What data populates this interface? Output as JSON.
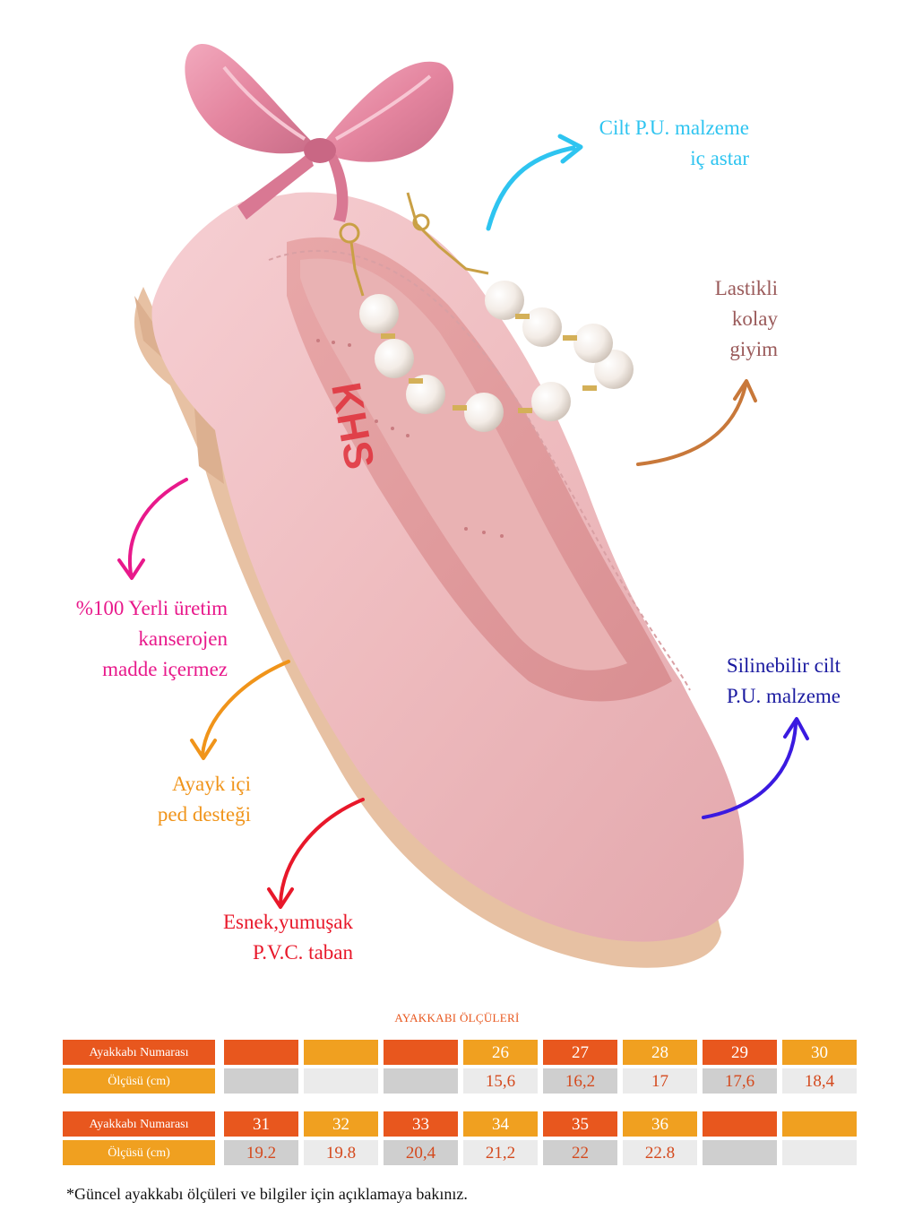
{
  "callouts": {
    "lining": {
      "lines": [
        "Cilt P.U. malzeme",
        "iç astar"
      ],
      "color": "#2ec4f0"
    },
    "elastic": {
      "lines": [
        "Lastikli",
        "kolay",
        "giyim"
      ],
      "color": "#9a5a5a"
    },
    "local": {
      "lines": [
        "%100 Yerli üretim",
        "kanserojen",
        "madde içermez"
      ],
      "color": "#e8198b"
    },
    "cleanable": {
      "lines": [
        "Silinebilir cilt",
        "P.U. malzeme"
      ],
      "color": "#1a1aa0"
    },
    "insole": {
      "lines": [
        "Ayayk içi",
        "ped desteği"
      ],
      "color": "#f0941a"
    },
    "sole": {
      "lines": [
        "Esnek,yumuşak",
        "P.V.C. taban"
      ],
      "color": "#e8182a"
    }
  },
  "arrow_colors": {
    "lining": "#2ec4f0",
    "elastic": "#c8783a",
    "local": "#e8198b",
    "insole": "#f0941a",
    "cleanable": "#3a1ae0",
    "sole": "#e8182a"
  },
  "product_logo_text": "KHS",
  "size_table": {
    "title": "AYAKKABI ÖLÇÜLERİ",
    "size_label": "Ayakkabı Numarası",
    "measure_label": "Ölçüsü (cm)",
    "colors": {
      "dark_orange": "#e8571e",
      "light_orange": "#f0a020",
      "grey": "#cfcfcf",
      "light_grey": "#ebebeb",
      "text": "#d44a1e"
    },
    "rows": [
      {
        "sizes": [
          "",
          "",
          "",
          "26",
          "27",
          "28",
          "29",
          "30"
        ],
        "measures": [
          "",
          "",
          "",
          "15,6",
          "16,2",
          "17",
          "17,6",
          "18,4"
        ]
      },
      {
        "sizes": [
          "31",
          "32",
          "33",
          "34",
          "35",
          "36",
          "",
          ""
        ],
        "measures": [
          "19.2",
          "19.8",
          "20,4",
          "21,2",
          "22",
          "22.8",
          "",
          ""
        ]
      }
    ]
  },
  "footnote": "*Güncel ayakkabı ölçüleri ve bilgiler için açıklamaya bakınız."
}
